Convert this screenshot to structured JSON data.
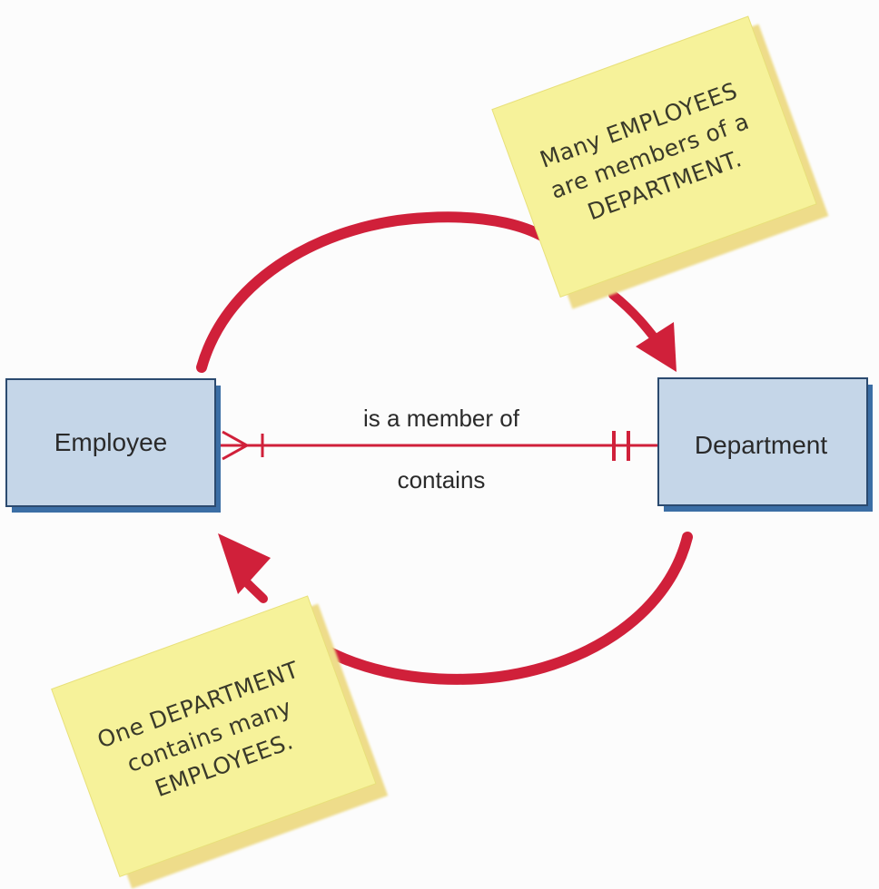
{
  "entities": {
    "employee": {
      "label": "Employee"
    },
    "department": {
      "label": "Department"
    }
  },
  "relationship": {
    "forward_label": "is a member of",
    "reverse_label": "contains"
  },
  "notes": {
    "top_right": {
      "lines": [
        "Many EMPLOYEES",
        "are members of a",
        "DEPARTMENT."
      ]
    },
    "bottom_left": {
      "lines": [
        "One DEPARTMENT",
        "contains many",
        "EMPLOYEES."
      ]
    }
  },
  "colors": {
    "entity_fill": "#c5d6e8",
    "entity_border": "#2b4a6f",
    "entity_shadow": "#3b6ea5",
    "relationship_line": "#d0203a",
    "arrow": "#d0203a",
    "note_fill": "#f6f29a",
    "note_shadow": "#eedc8a"
  },
  "icons": {
    "employee_end": "crow-foot-many-icon",
    "department_end": "one-and-only-one-icon",
    "top_arrow": "curved-arrow-right-icon",
    "bottom_arrow": "curved-arrow-left-icon"
  }
}
